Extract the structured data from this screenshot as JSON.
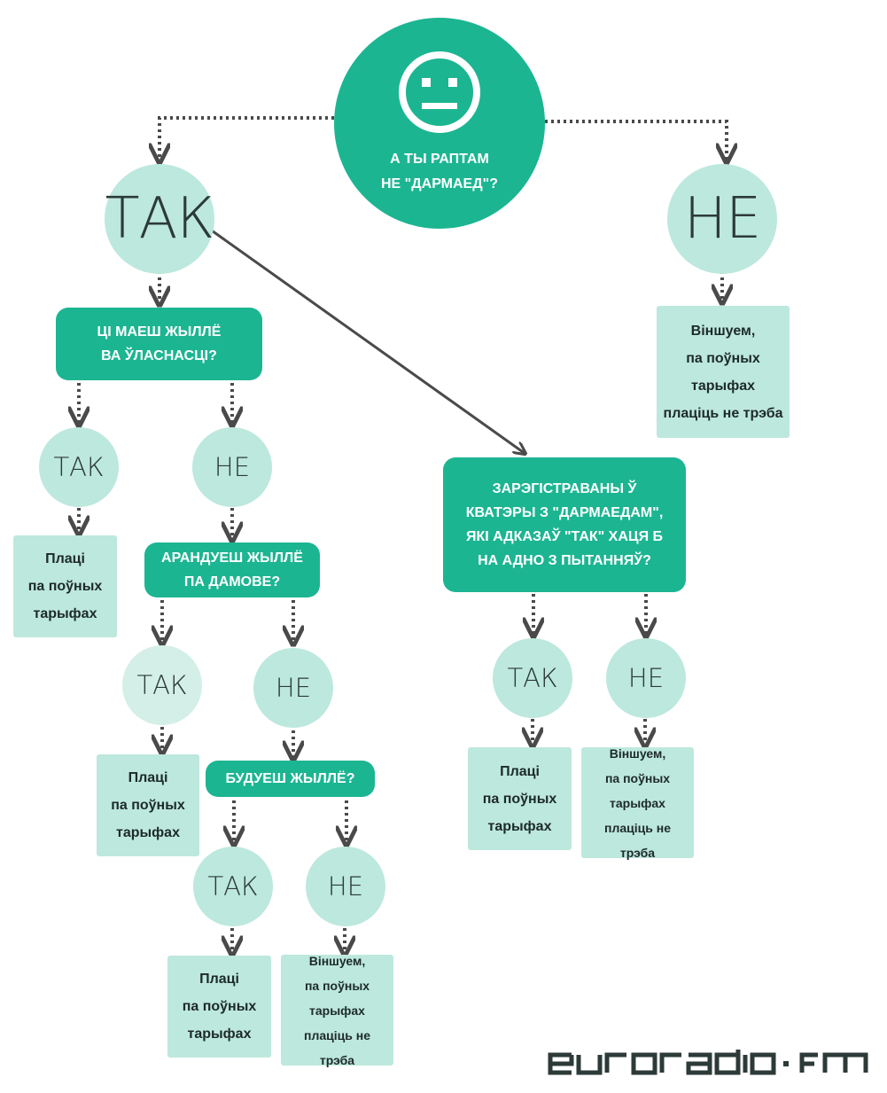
{
  "root": {
    "icon": "neutral-face-icon",
    "question": "А ТЫ РАПТАМ\nНЕ \"ДАРМАЕД\"?"
  },
  "yes": "ТАК",
  "no": "НЕ",
  "questions": {
    "own_home": "ЦІ МАЕШ ЖЫЛЛЁ\nВА ЎЛАСНАСЦІ?",
    "rent_home": "АРАНДУЕШ ЖЫЛЛЁ\nПА ДАМОВЕ?",
    "build_home": "БУДУЕШ ЖЫЛЛЁ?",
    "registered": "ЗАРЭГІСТРАВАНЫ Ў\nКВАТЭРЫ З \"ДАРМАЕДАМ\",\nЯКІ АДКАЗАЎ \"ТАК\" ХАЦЯ Б\nНА АДНО З ПЫТАННЯЎ?"
  },
  "answers": {
    "pay_full": "Плаці\nпа поўных\nтарыфах",
    "congrats": "Віншуем,\nпа поўных\nтарыфах\nплаціць не трэба"
  },
  "logo": {
    "text": "euroradio·fm",
    "color": "#2c3a38"
  },
  "colors": {
    "question_green": "#1cb592",
    "node_mint": "#bde8dd",
    "arrow": "#4a4a4a"
  }
}
